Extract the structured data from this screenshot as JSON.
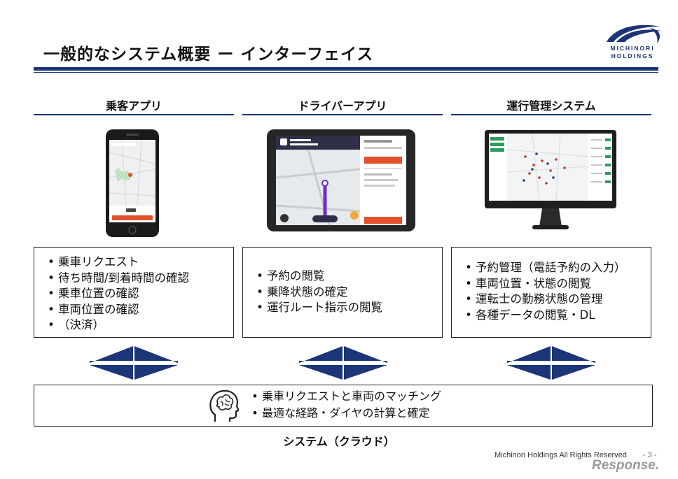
{
  "header": {
    "title": "一般的なシステム概要 ー インターフェイス",
    "logo_line1": "MICHINORI",
    "logo_line2": "HOLDINGS"
  },
  "columns": [
    {
      "heading": "乗客アプリ",
      "features": [
        "乗車リクエスト",
        "待ち時間/到着時間の確認",
        "乗車位置の確認",
        "車両位置の確認",
        "（決済）"
      ]
    },
    {
      "heading": "ドライバーアプリ",
      "features": [
        "予約の閲覧",
        "乗降状態の確定",
        "運行ルート指示の閲覧"
      ]
    },
    {
      "heading": "運行管理システム",
      "features": [
        "予約管理（電話予約の入力）",
        "車両位置・状態の閲覧",
        "運転士の勤務状態の管理",
        "各種データの閲覧・DL"
      ]
    }
  ],
  "cloud": {
    "items": [
      "乗車リクエストと車両のマッチング",
      "最適な経路・ダイヤの計算と確定"
    ],
    "caption": "システム（クラウド）"
  },
  "footer": {
    "copyright": "Michinori Holdings All Rights Reserved",
    "page": "- 3 -",
    "watermark": "Response."
  },
  "colors": {
    "navy": "#1c3578",
    "box_border": "#222222"
  },
  "icons": [
    "logo-swoosh-icon",
    "brain-head-icon",
    "double-arrow-icon"
  ]
}
